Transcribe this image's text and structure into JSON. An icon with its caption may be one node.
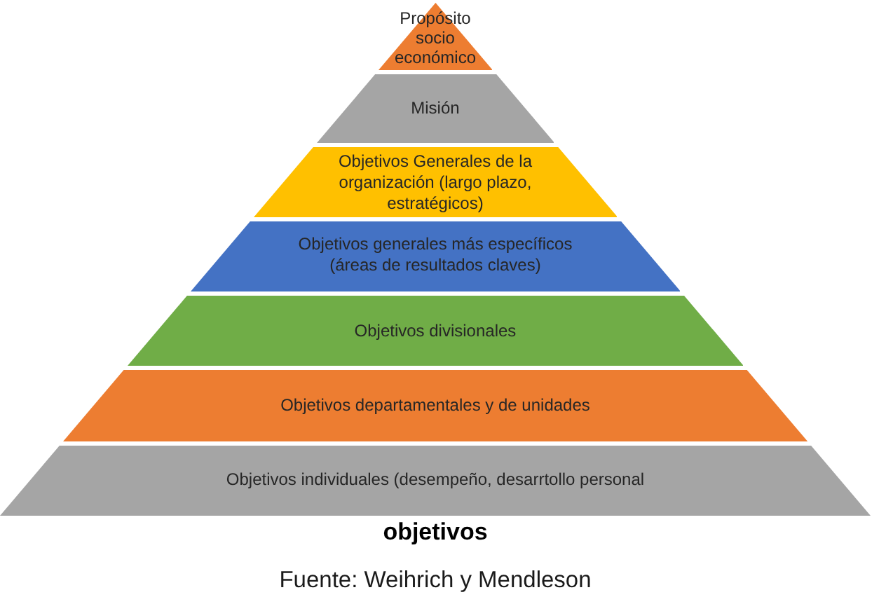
{
  "diagram": {
    "caption": "objetivos",
    "nodes": [
      {
        "text": [
          "Propósito socio económico"
        ]
      },
      {
        "text": [
          "Misión"
        ]
      },
      {
        "text": [
          "Objetivos Generales de la organización (largo plazo, estratégicos)"
        ]
      },
      {
        "text": [
          "Objetivos generales más específicos (áreas de resultados claves)"
        ]
      },
      {
        "text": [
          "Objetivos divisionales"
        ]
      },
      {
        "text": [
          "Objetivos departamentales y de unidades"
        ]
      },
      {
        "text": [
          "Objetivos individuales (desempeño, desarrtollo personal"
        ]
      }
    ],
    "labels": [
      "Fuente: Weihrich y Mendleson"
    ]
  }
}
